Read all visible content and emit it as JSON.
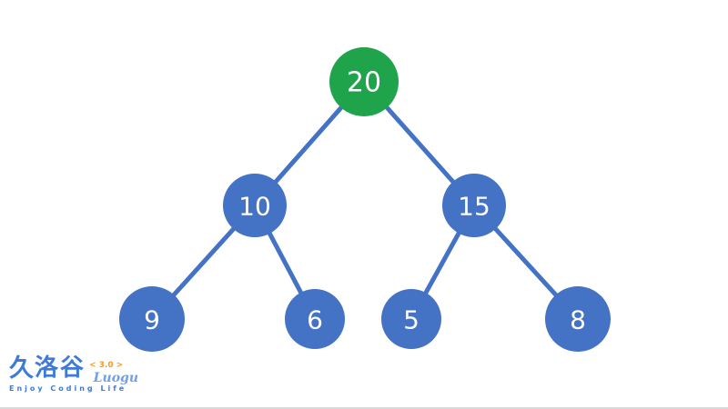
{
  "tree": {
    "type": "binary-tree",
    "nodes": {
      "n20": "20",
      "n10": "10",
      "n15": "15",
      "n9": "9",
      "n6": "6",
      "n5": "5",
      "n8": "8"
    },
    "edges": [
      [
        "20",
        "10"
      ],
      [
        "20",
        "15"
      ],
      [
        "10",
        "9"
      ],
      [
        "10",
        "6"
      ],
      [
        "15",
        "5"
      ],
      [
        "15",
        "8"
      ]
    ],
    "highlighted_root": "20"
  },
  "logo": {
    "mark": "久",
    "name_cn": "洛谷",
    "version": "< 3.0 >",
    "name_en": "Luogu",
    "tagline": "Enjoy Coding Life"
  },
  "colors": {
    "root_green": "#1fa44b",
    "node_blue": "#4472c4",
    "edge_blue": "#4472c4",
    "logo_blue": "#3e7bd8",
    "logo_light_blue": "#6fa0e8",
    "version_orange": "#f59a23"
  }
}
